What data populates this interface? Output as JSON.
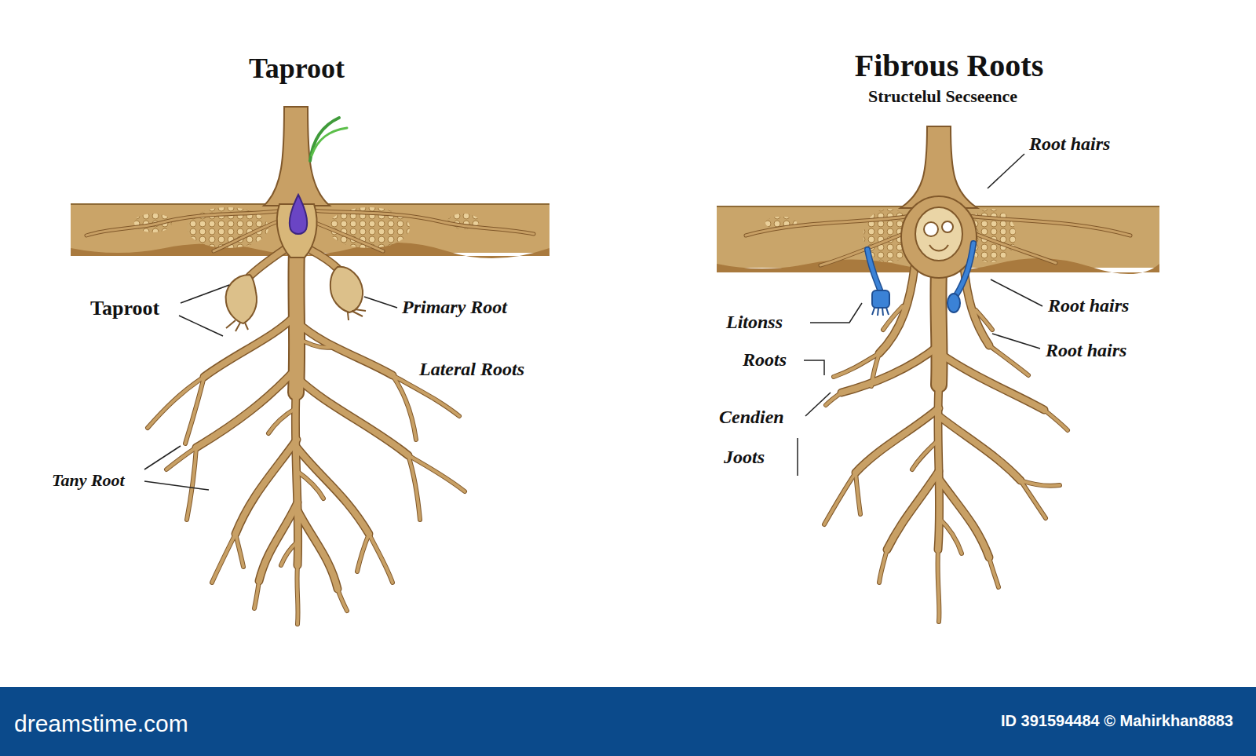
{
  "diagram": {
    "labels": [
      "Taproot",
      "Fibrous Roots",
      "Structelul Secseence",
      "Taproot",
      "Primary Root",
      "Lateral Roots",
      "Tany Root",
      "Root hairs",
      "Litonss",
      "Root hairs",
      "Root hairs",
      "Roots",
      "Cendien",
      "Joots",
      "dreamstime.com",
      "ID 391594484 © Mahirkhan8883"
    ]
  }
}
